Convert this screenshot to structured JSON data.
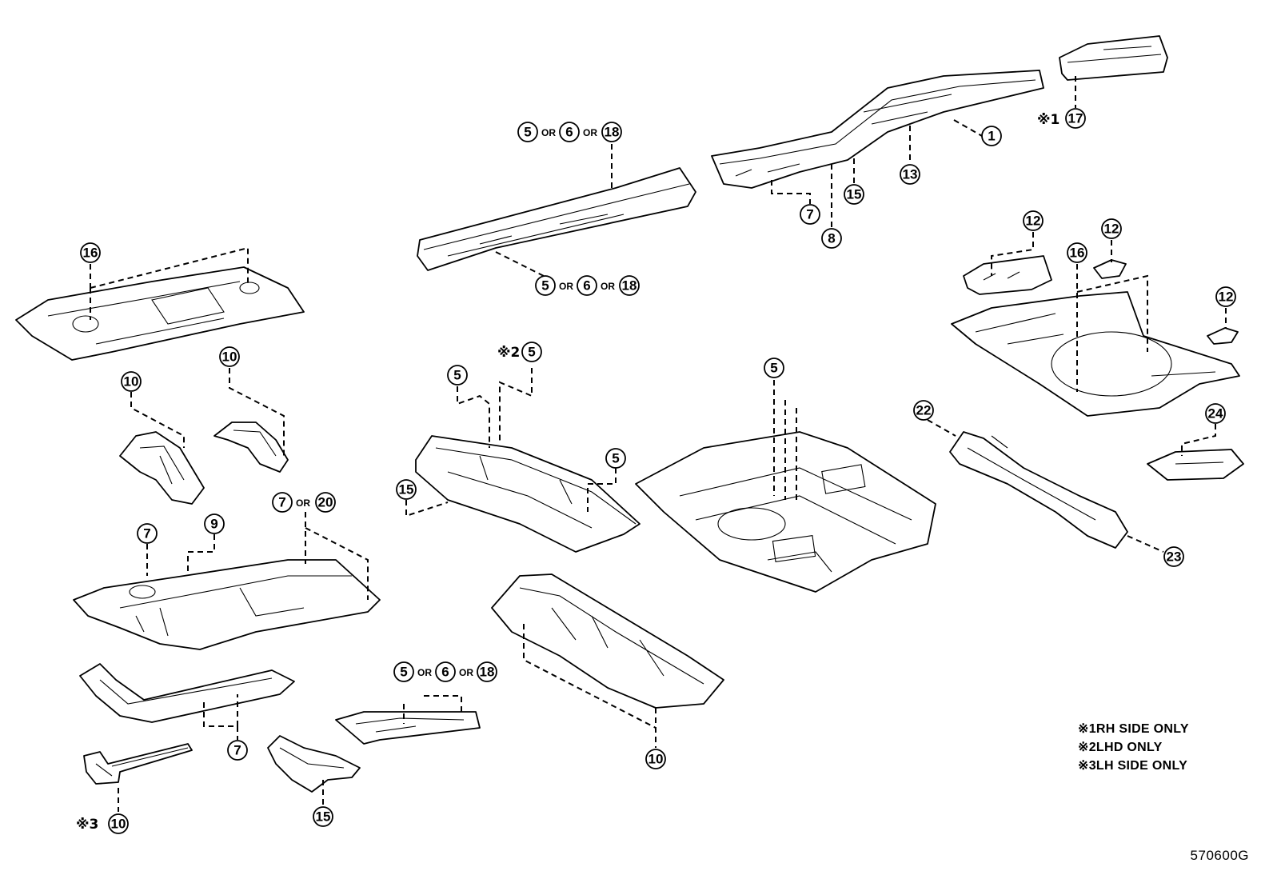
{
  "diagram_code": "570600G",
  "connector_word": "OR",
  "notes": [
    {
      "mark": "※1",
      "text": "RH SIDE ONLY"
    },
    {
      "mark": "※2",
      "text": "LHD ONLY"
    },
    {
      "mark": "※3",
      "text": "LH SIDE ONLY"
    }
  ],
  "callouts": {
    "c1": "1",
    "c5": "5",
    "c6": "6",
    "c7": "7",
    "c8": "8",
    "c9": "9",
    "c10": "10",
    "c12": "12",
    "c13": "13",
    "c15": "15",
    "c16": "16",
    "c17": "17",
    "c18": "18",
    "c20": "20",
    "c22": "22",
    "c23": "23",
    "c24": "24"
  },
  "marks": {
    "m1": "※1",
    "m2": "※2",
    "m3": "※3"
  }
}
